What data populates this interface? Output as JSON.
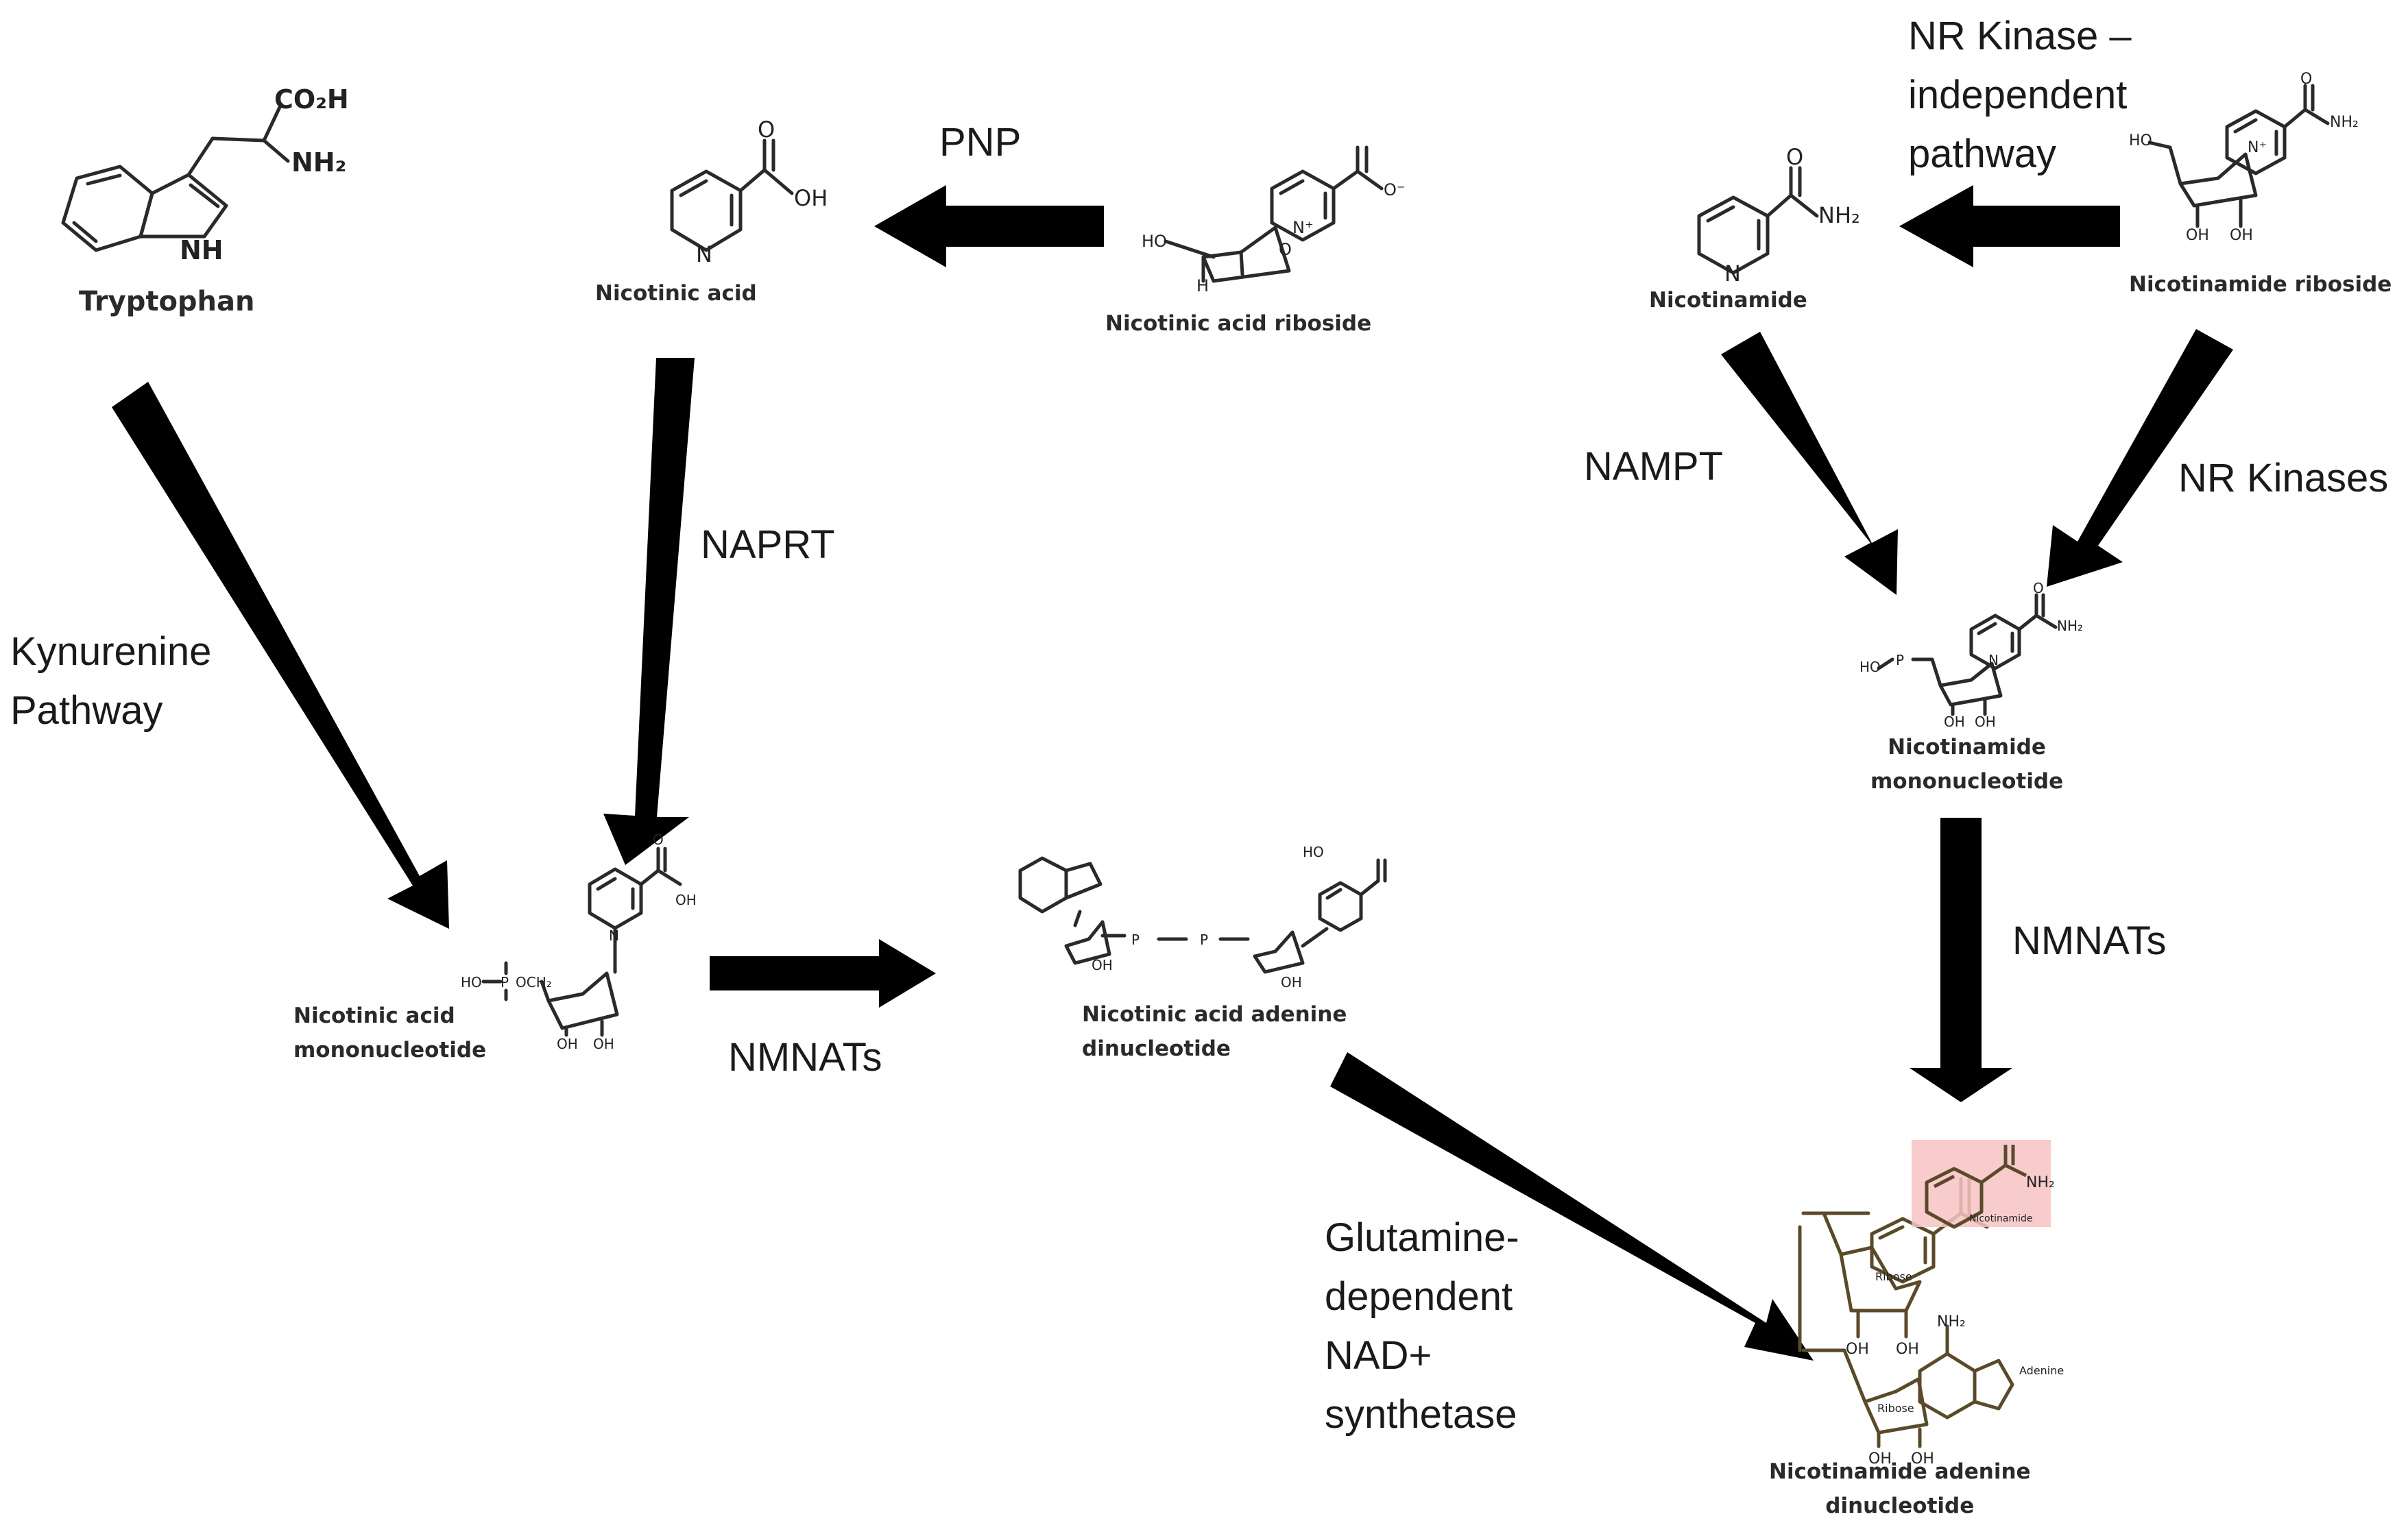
{
  "diagram": {
    "molecules": {
      "tryptophan": "Tryptophan",
      "nicotinic_acid": "Nicotinic acid",
      "nicotinic_acid_riboside": "Nicotinic acid riboside",
      "nicotinamide": "Nicotinamide",
      "nicotinamide_riboside": "Nicotinamide riboside",
      "nicotinamide_mononucleotide": "Nicotinamide\nmononucleotide",
      "nicotinic_acid_mononucleotide": "Nicotinic acid\nmononucleotide",
      "nicotinic_acid_adenine_dinucleotide": "Nicotinic acid adenine\ndinucleotide",
      "nicotinamide_adenine_dinucleotide": "Nicotinamide adenine\ndinucleotide"
    },
    "enzymes": {
      "pnp": "PNP",
      "nr_kinase_independent": "NR Kinase –\nindependent\npathway",
      "naprt": "NAPRT",
      "nampt": "NAMPT",
      "nr_kinases": "NR Kinases",
      "kynurenine": "Kynurenine\nPathway",
      "nmnats_right": "NMNATs",
      "nmnats_left": "NMNATs",
      "glutamine": "Glutamine-\ndependent\nNAD+\nsynthetase"
    },
    "structure_labels": {
      "co2h": "CO₂H",
      "nh2": "NH₂",
      "nh": "NH",
      "oh": "OH",
      "ho": "HO",
      "o": "O",
      "o_minus": "O⁻",
      "n": "N",
      "n_plus": "N⁺",
      "h": "H",
      "p": "P",
      "och2": "OCH₂",
      "nicotinamide_moiety": "Nicotinamide",
      "ribose": "Ribose",
      "adenine": "Adenine"
    },
    "colors": {
      "arrow": "#000000",
      "highlight": "#f7c3c3",
      "nad_bond": "#5a4a2a"
    }
  }
}
